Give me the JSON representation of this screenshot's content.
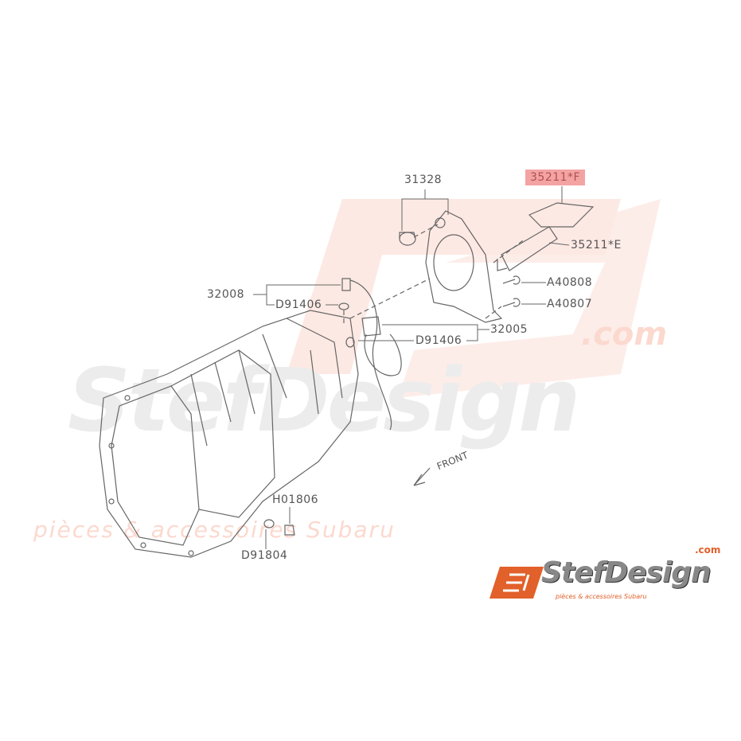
{
  "watermark": {
    "brand": "StefDesign",
    "domain": ".com",
    "tagline": "pièces & accessoires Subaru"
  },
  "callouts": {
    "c31328": "31328",
    "c35211F": "35211*F",
    "c35211E": "35211*E",
    "cA40808": "A40808",
    "cA40807": "A40807",
    "c32008": "32008",
    "cD91406a": "D91406",
    "c32005": "32005",
    "cD91406b": "D91406",
    "cH01806": "H01806",
    "cD91804": "D91804",
    "front": "FRONT"
  },
  "highlight_color": "#f4a3a3",
  "logo": {
    "brand": "StefDesign",
    "domain": ".com",
    "tagline": "pièces & accessoires Subaru",
    "accent": "#e2602a"
  }
}
